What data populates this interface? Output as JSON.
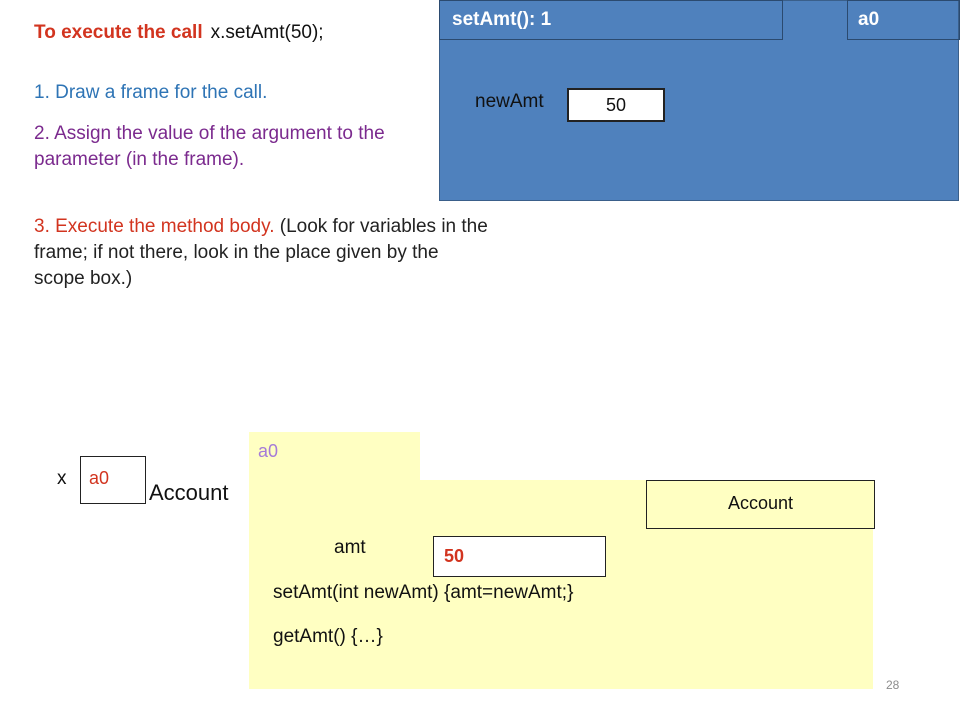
{
  "instructions": {
    "title_red": "To execute the call",
    "title_code": "x.setAmt(50);",
    "step1": "1. Draw a frame for the call.",
    "step2": "2. Assign the value of the argument to the parameter (in the frame).",
    "step3_red": "3. Execute the method body.",
    "step3_rest": " (Look for variables in the frame; if not there, look in the place given by the scope box.)"
  },
  "frame": {
    "name": "setAmt(): 1",
    "scope": "a0",
    "param_name": "newAmt",
    "param_value": "50"
  },
  "variable": {
    "name": "x",
    "value": "a0",
    "type": "Account"
  },
  "object": {
    "name": "a0",
    "class_name": "Account",
    "field_name": "amt",
    "field_value": "50",
    "methods": [
      "setAmt(int newAmt) {amt=newAmt;}",
      "getAmt() {…}"
    ]
  },
  "page_number": "28",
  "colors": {
    "frame_blue": "#4f81bd",
    "folder_yellow": "#ffffc2",
    "highlight_red": "#d2341f",
    "step1_blue": "#2e74b5",
    "step2_purple": "#7b2a8e",
    "object_name_purple": "#a57bd8"
  }
}
